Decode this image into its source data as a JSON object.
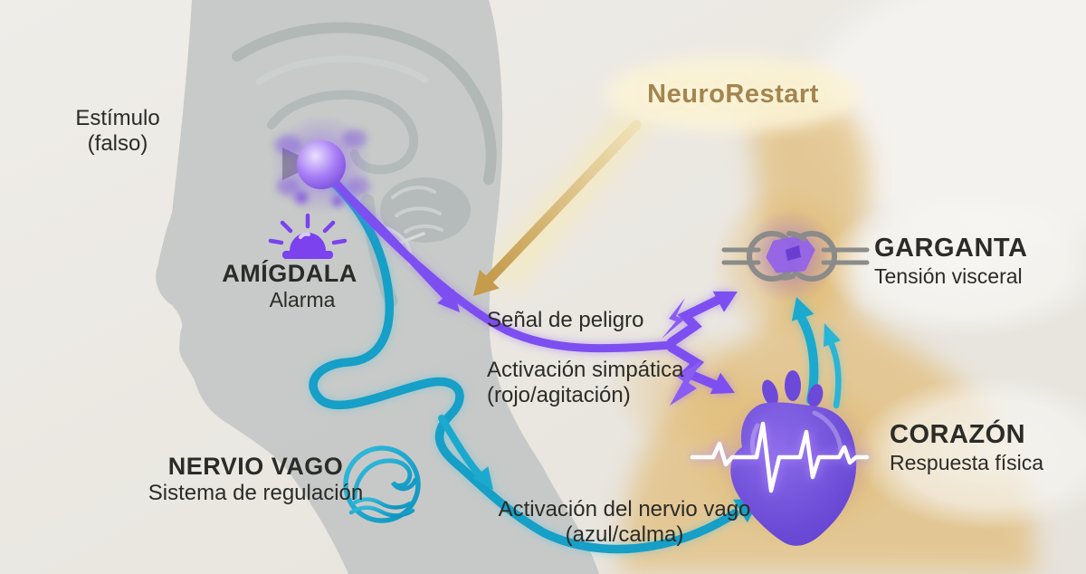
{
  "diagram": {
    "brand": "NeuroRestart",
    "stimulus": {
      "line1": "Estímulo",
      "line2": "(falso)"
    },
    "amygdala": {
      "title": "AMÍGDALA",
      "subtitle": "Alarma"
    },
    "danger_signal": "Señal de peligro",
    "sympathetic": {
      "line1": "Activación simpática",
      "line2": "(rojo/agitación)"
    },
    "throat": {
      "title": "GARGANTA",
      "subtitle": "Tensión visceral"
    },
    "heart": {
      "title": "CORAZÓN",
      "subtitle": "Respuesta física"
    },
    "vagus": {
      "title": "NERVIO VAGO",
      "subtitle": "Sistema de regulación"
    },
    "vagus_activation": {
      "line1": "Activación del nervio vago",
      "line2": "(azul/calma)"
    },
    "icons": {
      "alarm": "alarm-siren-icon",
      "knot": "knot-icon",
      "wave": "wave-icon",
      "heart": "heart-icon",
      "ekg": "ekg-line-icon",
      "lightning": "lightning-bolt-icon"
    },
    "colors": {
      "purple": "#7d4ff0",
      "teal": "#129fc7",
      "gold": "#c9a05a",
      "text": "#2b2b27",
      "background": "#ebe8e2",
      "head_silhouette": "#c3c7c6",
      "torso_silhouette": "#e2c184"
    }
  }
}
